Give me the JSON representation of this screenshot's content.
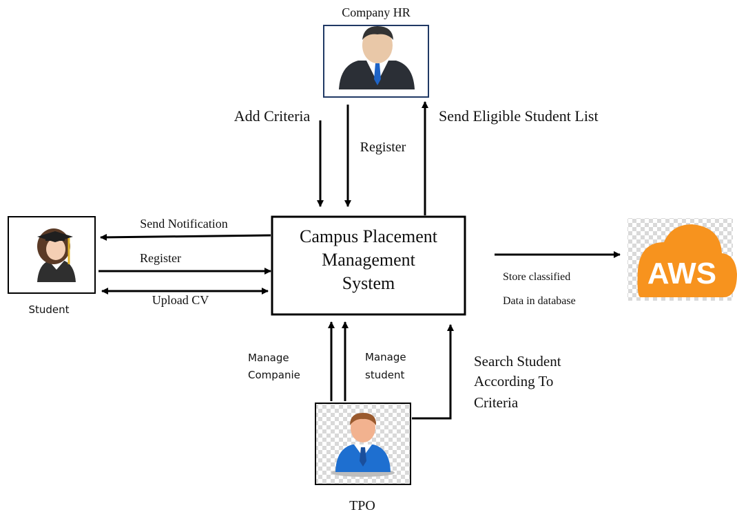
{
  "nodes": {
    "hr": {
      "label": "Company HR"
    },
    "student": {
      "label": "Student"
    },
    "system": {
      "line1": "Campus Placement",
      "line2": "Management",
      "line3": "System"
    },
    "tpo": {
      "label": "TPO"
    },
    "aws": {
      "logo_text": "AWS"
    }
  },
  "edges": {
    "add_criteria": "Add Criteria",
    "hr_register": "Register",
    "send_eligible": "Send Eligible Student List",
    "send_notification": "Send Notification",
    "student_register": "Register",
    "upload_cv": "Upload CV",
    "store_line1": "Store classified",
    "store_line2": "Data in  database",
    "manage_companie_line1": "Manage",
    "manage_companie_line2": "Companie",
    "manage_student_line1": "Manage",
    "manage_student_line2": "student",
    "search_line1": "Search Student",
    "search_line2": "According To",
    "search_line3": "Criteria"
  },
  "colors": {
    "aws_orange": "#F7931E",
    "hr_box_border": "#1F3864",
    "suit_dark": "#2B2F36",
    "tie_blue": "#1E63C6",
    "tpo_blue": "#1E6FD0"
  }
}
